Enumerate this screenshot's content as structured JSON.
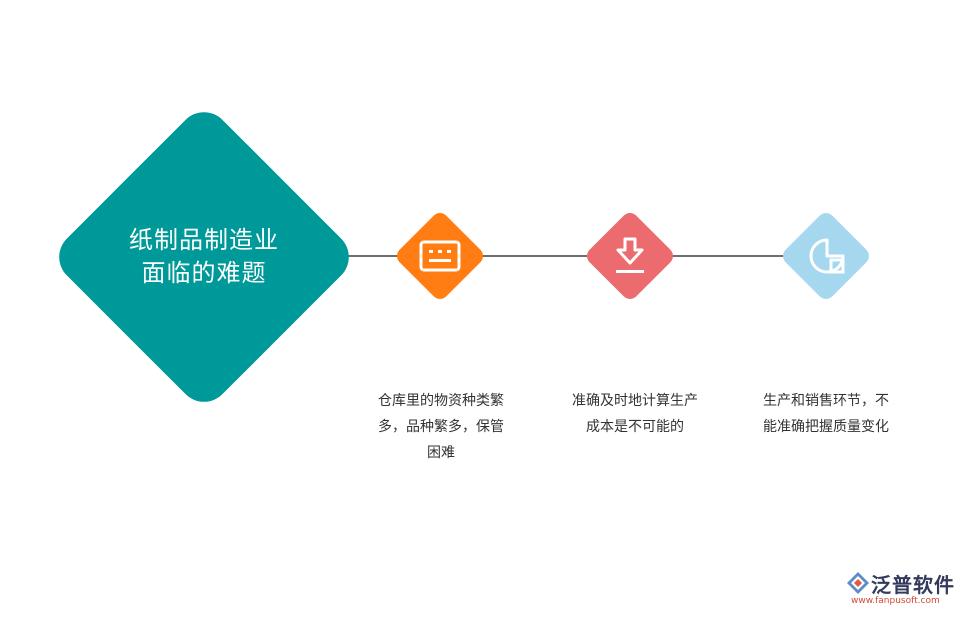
{
  "main_node": {
    "title_lines": [
      "纸制品制造业",
      "面临的难题"
    ],
    "color": "#009999"
  },
  "items": [
    {
      "icon": "document-lines-icon",
      "color": "#ff7d12",
      "lines": [
        "仓库里的物资种类繁",
        "多，品种繁多，保管",
        "困难"
      ]
    },
    {
      "icon": "download-arrow-icon",
      "color": "#ec6b6f",
      "lines": [
        "准确及时地计算生产",
        "成本是不可能的"
      ]
    },
    {
      "icon": "pie-chart-icon",
      "color": "#a5d8ef",
      "lines": [
        "生产和销售环节，不",
        "能准确把握质量变化"
      ]
    }
  ],
  "logo": {
    "name": "泛普软件",
    "url": "www.fanpusoft.com"
  }
}
